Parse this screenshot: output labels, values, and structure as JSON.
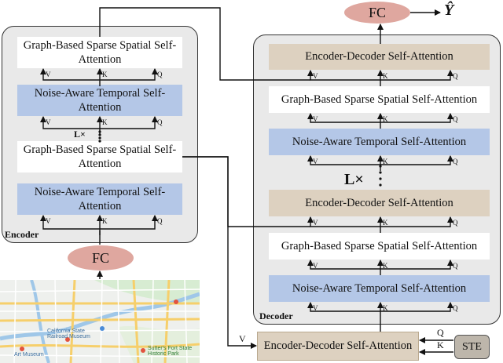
{
  "encoder": {
    "title": "Encoder",
    "blocks": {
      "spatial_top": "Graph-Based Sparse Spatial Self-Attention",
      "temporal_top": "Noise-Aware Temporal Self-Attention",
      "spatial_bottom": "Graph-Based Sparse Spatial Self-Attention",
      "temporal_bottom": "Noise-Aware Temporal Self-Attention"
    },
    "repeat_label": "L×"
  },
  "decoder": {
    "title": "Decoder",
    "blocks": {
      "ed_top": "Encoder-Decoder Self-Attention",
      "spatial_top": "Graph-Based Sparse Spatial Self-Attention",
      "temporal_top": "Noise-Aware Temporal Self-Attention",
      "ed_mid": "Encoder-Decoder Self-Attention",
      "spatial_bottom": "Graph-Based Sparse Spatial Self-Attention",
      "temporal_bottom": "Noise-Aware Temporal Self-Attention"
    },
    "repeat_label": "L×"
  },
  "external": {
    "ed_bottom": "Encoder-Decoder Self-Attention",
    "ste": "STE",
    "fc_input": "FC",
    "fc_output": "FC",
    "output": "Ŷ"
  },
  "attention_inputs": {
    "v": "V",
    "k": "K",
    "q": "Q"
  },
  "map_labels": [
    "California State Railroad Museum",
    "Art Museum",
    "Sutter's Fort State Historic Park"
  ],
  "colors": {
    "panel": "#e9e9e9",
    "temporal": "#b4c7e7",
    "spatial": "#ffffff",
    "encoder_decoder": "#ddd1c0",
    "fc": "#dfa79f",
    "ste": "#bdb6ab"
  }
}
